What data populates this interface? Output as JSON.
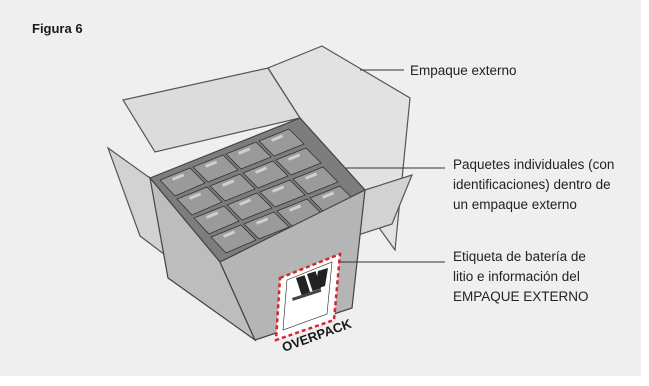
{
  "figure": {
    "title": "Figura 6"
  },
  "callouts": {
    "outer_pack": "Empaque externo",
    "individual_packages": [
      "Paquetes individuales (con",
      "identificaciones) dentro de",
      "un empaque externo"
    ],
    "battery_label": [
      "Etiqueta de batería de",
      "litio e información del",
      "EMPAQUE EXTERNO"
    ]
  },
  "box_label": {
    "overpack_text": "OVERPACK"
  },
  "colors": {
    "panel": "#efefef",
    "box_front": "#b5b5b5",
    "box_side": "#c8c8c8",
    "flap": "#dcdcdc",
    "package": "#8f8f8f",
    "label_border": "#d9262b"
  }
}
